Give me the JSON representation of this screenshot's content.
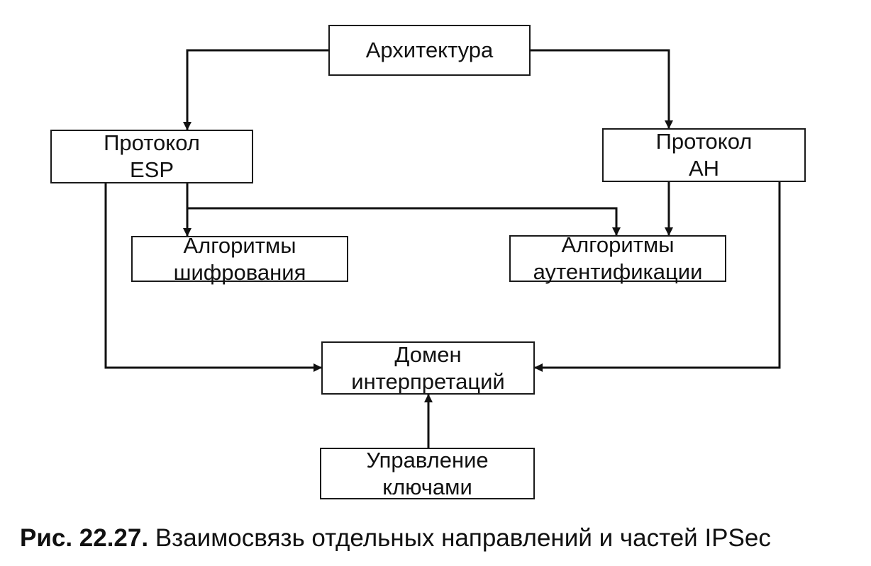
{
  "diagram": {
    "nodes": {
      "architecture": {
        "lines": [
          "Архитектура"
        ]
      },
      "esp": {
        "lines": [
          "Протокол",
          "ESP"
        ]
      },
      "ah": {
        "lines": [
          "Протокол",
          "AH"
        ]
      },
      "encryption": {
        "lines": [
          "Алгоритмы",
          "шифрования"
        ]
      },
      "authentication": {
        "lines": [
          "Алгоритмы",
          "аутентификации"
        ]
      },
      "doi": {
        "lines": [
          "Домен",
          "интерпретаций"
        ]
      },
      "key_management": {
        "lines": [
          "Управление",
          "ключами"
        ]
      }
    },
    "edges": [
      {
        "from": "architecture",
        "to": "esp"
      },
      {
        "from": "architecture",
        "to": "ah"
      },
      {
        "from": "esp",
        "to": "encryption"
      },
      {
        "from": "esp",
        "to": "authentication"
      },
      {
        "from": "ah",
        "to": "authentication"
      },
      {
        "from": "esp",
        "to": "doi"
      },
      {
        "from": "ah",
        "to": "doi"
      },
      {
        "from": "key_management",
        "to": "doi"
      }
    ]
  },
  "caption": {
    "label": "Рис. 22.27.",
    "text": "Взаимосвязь отдельных направлений и частей IPSec"
  }
}
